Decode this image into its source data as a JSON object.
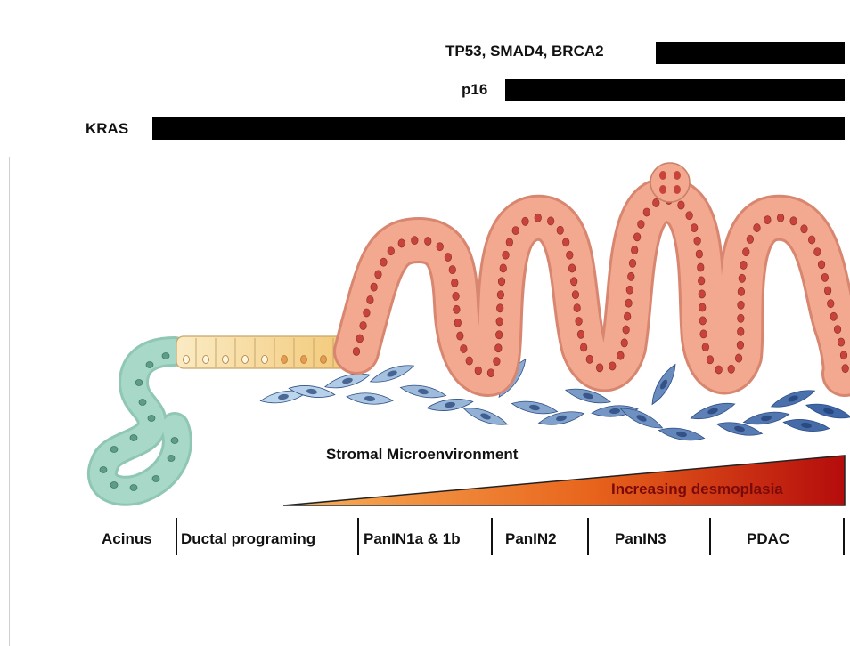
{
  "mutations": [
    {
      "label": "TP53, SMAD4, BRCA2"
    },
    {
      "label": "p16"
    },
    {
      "label": "KRAS"
    }
  ],
  "stroma_label": "Stromal Microenvironment",
  "desmoplasia_label": "Increasing desmoplasia",
  "stages": [
    {
      "label": "Acinus"
    },
    {
      "label": "Ductal programing"
    },
    {
      "label": "PanIN1a & 1b"
    },
    {
      "label": "PanIN2"
    },
    {
      "label": "PanIN3"
    },
    {
      "label": "PDAC"
    }
  ],
  "colors": {
    "acinar": "#a8d8c8",
    "ductal": "#f3d89a",
    "panin": "#f2a98f",
    "nucleus": "#c8443a",
    "stroma_light": "#bcd6ec",
    "stroma_dark": "#3f66a6",
    "desmo_start": "#f7a04a",
    "desmo_end": "#c01010"
  }
}
